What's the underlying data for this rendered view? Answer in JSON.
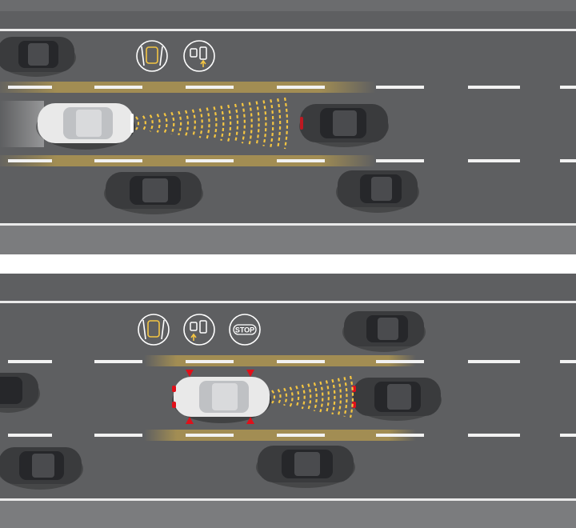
{
  "panels": [
    {
      "name": "cruise-following",
      "icons": [
        "lane-assist-icon",
        "accelerator-pedal-icon"
      ]
    },
    {
      "name": "traffic-jam-braking",
      "icons": [
        "lane-assist-icon",
        "accelerator-pedal-icon",
        "stop-icon"
      ],
      "stop_label": "STOP"
    }
  ],
  "colors": {
    "asphalt": "#5e5f61",
    "shoulder": "#7b7c7e",
    "lane_marking": "#f2f2f2",
    "radar_amber": "#f4c542",
    "warning_red": "#e0101a",
    "ego_car": "#e9e9e9",
    "other_cars": "#3a3b3d"
  }
}
